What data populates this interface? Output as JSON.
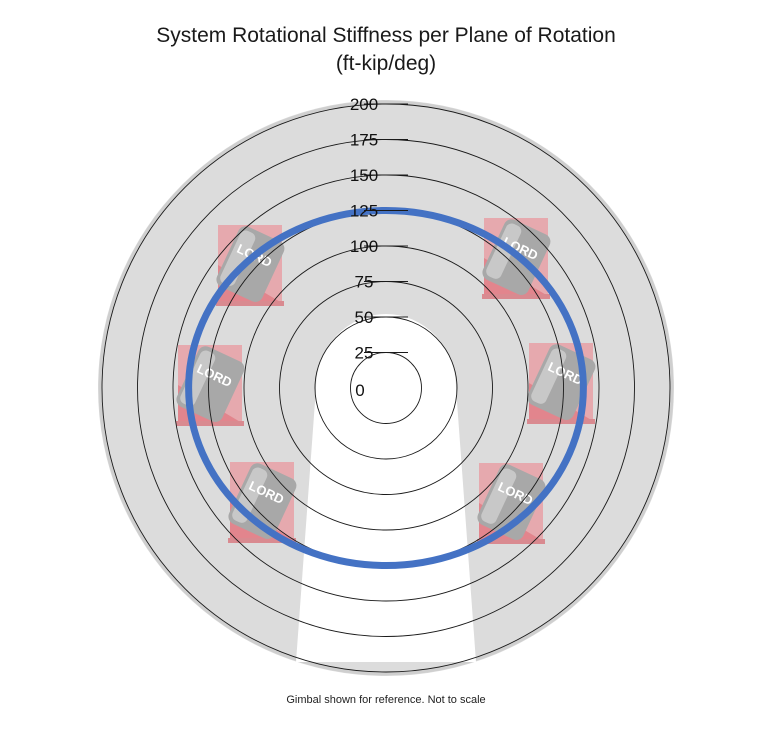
{
  "chart_data": {
    "type": "polar",
    "title_line1": "System Rotational Stiffness per Plane of Rotation",
    "title_line2": "(ft-kip/deg)",
    "radial_ticks": [
      0,
      25,
      50,
      75,
      100,
      125,
      150,
      175,
      200
    ],
    "rlim": [
      0,
      200
    ],
    "grid": true,
    "series": [
      {
        "color": "#4472c4",
        "shape": "ellipse",
        "value_0deg": 139,
        "value_90deg": 125,
        "value_180deg": 139,
        "value_270deg": 125
      }
    ],
    "background_image": "gimbal-with-lord-mounts",
    "mount_label": "LORD",
    "footnote": "Gimbal shown for reference.  Not to scale"
  }
}
